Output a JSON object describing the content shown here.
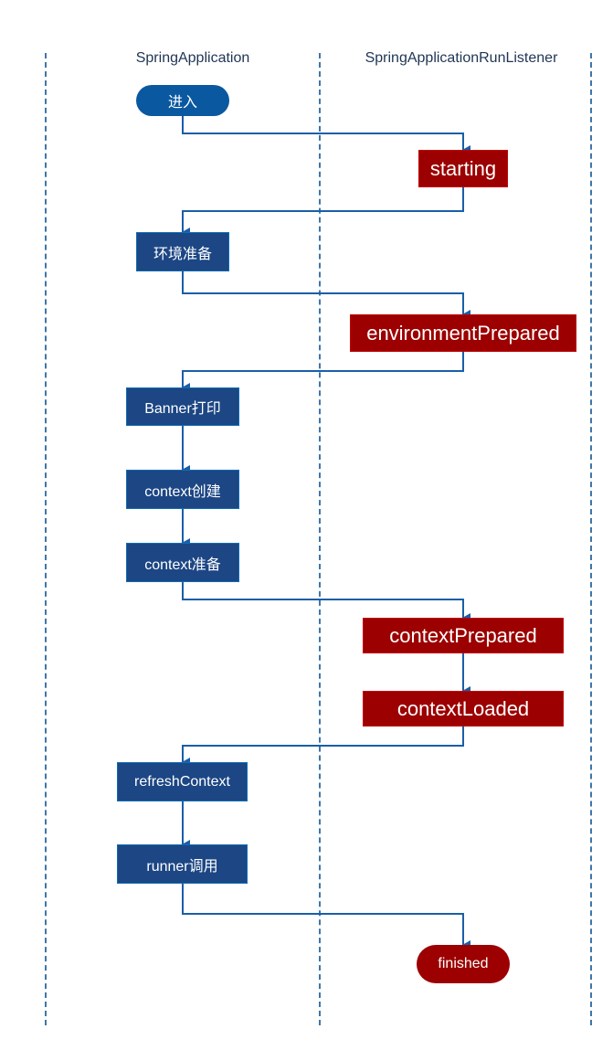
{
  "lanes": {
    "left_title": "SpringApplication",
    "right_title": "SpringApplicationRunListener"
  },
  "nodes": {
    "enter": "进入",
    "starting": "starting",
    "env_prepare": "环境准备",
    "environment_prepared": "environmentPrepared",
    "banner_print": "Banner打印",
    "context_create": "context创建",
    "context_prepare": "context准备",
    "context_prepared": "contextPrepared",
    "context_loaded": "contextLoaded",
    "refresh_context": "refreshContext",
    "runner_call": "runner调用",
    "finished": "finished"
  },
  "colors": {
    "application_node": "#1c4684",
    "listener_node": "#9c0000",
    "connector": "#1a5ea8",
    "lane_divider": "#3f76a8"
  }
}
